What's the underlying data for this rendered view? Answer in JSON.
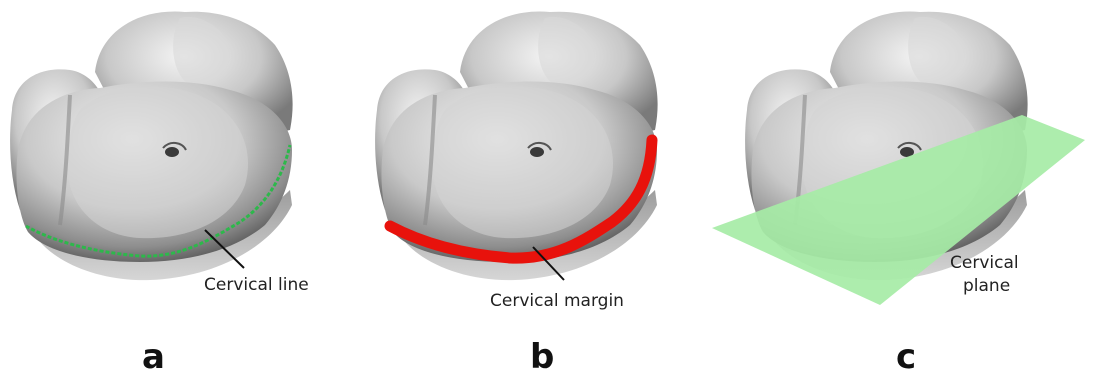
{
  "panels": [
    {
      "letter": "a",
      "callout": "Cervical line",
      "highlight": "line",
      "highlight_color": "#2db84b"
    },
    {
      "letter": "b",
      "callout": "Cervical margin",
      "highlight": "margin",
      "highlight_color": "#e8120c"
    },
    {
      "letter": "c",
      "callout_lines": [
        "Cervical",
        "plane"
      ],
      "highlight": "plane",
      "highlight_color": "#a6eba6"
    }
  ],
  "colors": {
    "tooth_light": "#e9e9e9",
    "tooth_mid": "#b9b9b9",
    "tooth_dark": "#5e5e5e",
    "root_shadow": "#8d8d8d",
    "leader_line": "#111111"
  }
}
